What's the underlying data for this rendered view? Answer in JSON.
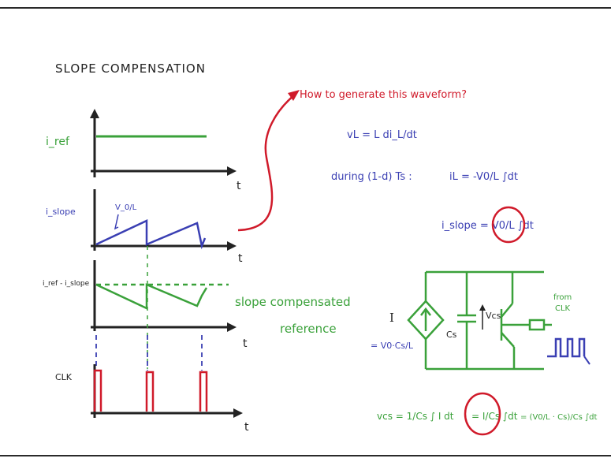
{
  "title": "SLOPE COMPENSATION",
  "colors": {
    "green": "#3aa13a",
    "blue": "#3a3fb3",
    "red": "#d01a2a",
    "black": "#222222",
    "frame": "#2a2a2a"
  },
  "left_plots": {
    "iref_label": "i_ref",
    "t_label": "t",
    "islope_label": "i_slope",
    "slope_annotation": "V_0/L",
    "diff_label": "i_ref - i_slope",
    "compensated_note_line1": "slope compensated",
    "compensated_note_line2": "reference",
    "clk_label": "CLK"
  },
  "right_notes": {
    "question": "How to generate this waveform?",
    "eq1": "vL = L di_L/dt",
    "eq2_prefix": "during (1-d) Ts :",
    "eq2": "iL = -V0/L ∫dt",
    "eq3": "i_slope = V0/L ∫dt"
  },
  "circuit": {
    "source_label": "I",
    "source_value": "= V0·Cs/L",
    "cap_label": "Cs",
    "cap_voltage": "Vcs",
    "from_label": "from",
    "clk_label": "CLK",
    "bottom_eq_lhs": "vcs = 1/Cs ∫ I dt",
    "bottom_eq_mid": "= I/Cs ∫dt",
    "bottom_eq_rhs": "= (V0/L · Cs)/Cs ∫dt"
  }
}
